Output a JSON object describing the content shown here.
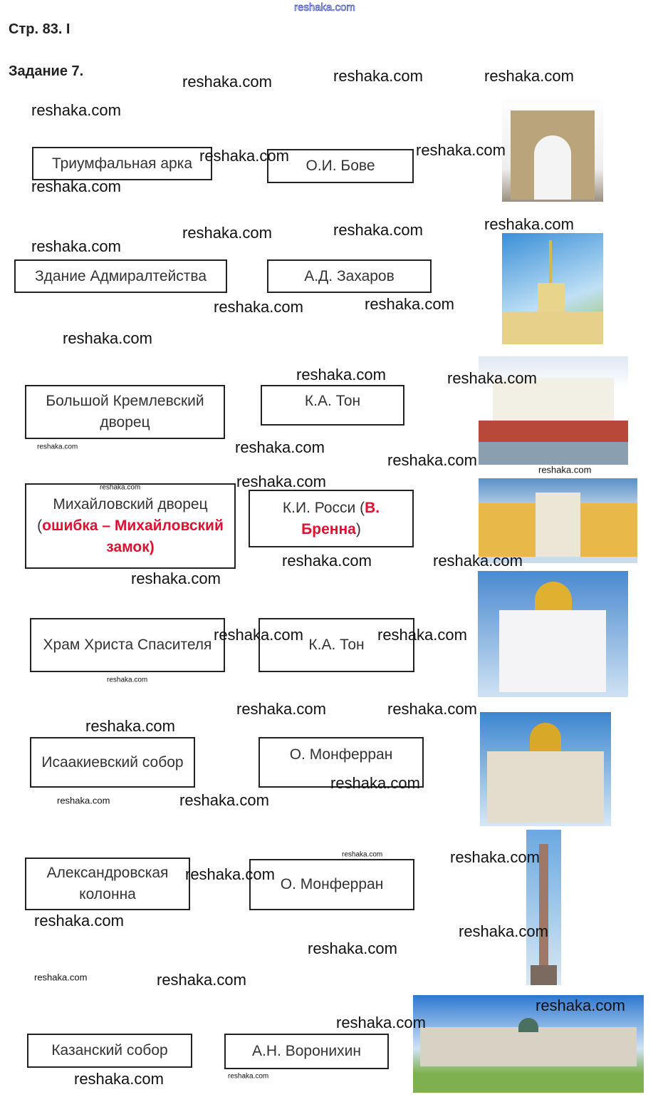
{
  "header": {
    "page_ref": "Стр. 83. I",
    "task": "Задание 7."
  },
  "watermark": "reshaka.com",
  "rows": [
    {
      "building": "Триумфальная арка",
      "architect": "О.И. Бове"
    },
    {
      "building": "Здание Адмиралтейства",
      "architect": "А.Д. Захаров"
    },
    {
      "building": "Большой Кремлевский дворец",
      "architect": "К.А. Тон"
    },
    {
      "building": "Михайловский дворец",
      "building_note_open": "(",
      "building_note": "ошибка – Михайловский замок)",
      "architect": "К.И. Росси (",
      "architect_note": "В. Бренна",
      "architect_close": ")"
    },
    {
      "building": "Храм Христа Спасителя",
      "architect": "К.А. Тон"
    },
    {
      "building": "Исаакиевский собор",
      "architect": "О. Монферран"
    },
    {
      "building": "Александровская колонна",
      "architect": "О. Монферран"
    },
    {
      "building": "Казанский собор",
      "architect": "А.Н. Воронихин"
    }
  ]
}
